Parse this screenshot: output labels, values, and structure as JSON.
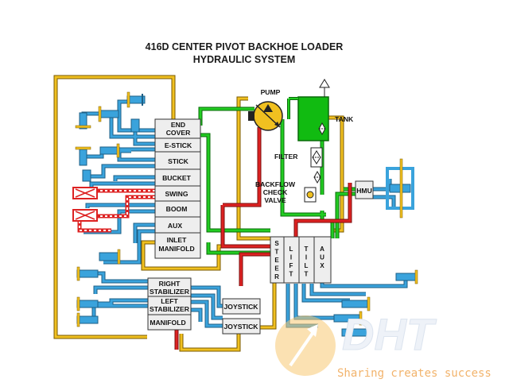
{
  "title": {
    "line1": "416D CENTER PIVOT BACKHOE LOADER",
    "line2": "HYDRAULIC SYSTEM"
  },
  "backhoe_valve": {
    "sections": [
      "END",
      "COVER",
      "E-STICK",
      "STICK",
      "BUCKET",
      "SWING",
      "BOOM",
      "AUX",
      "INLET",
      "MANIFOLD"
    ]
  },
  "loader_valve": {
    "sections": [
      {
        "name": "steer",
        "letters": [
          "S",
          "T",
          "E",
          "E",
          "R"
        ]
      },
      {
        "name": "lift",
        "letters": [
          "L",
          "I",
          "F",
          "T"
        ]
      },
      {
        "name": "tilt",
        "letters": [
          "T",
          "I",
          "L",
          "T"
        ]
      },
      {
        "name": "aux",
        "letters": [
          "A",
          "U",
          "X"
        ]
      }
    ]
  },
  "stabilizer_valve": {
    "sections": [
      "RIGHT",
      "STABILIZER",
      "LEFT",
      "STABILIZER",
      "MANIFOLD"
    ]
  },
  "labels": {
    "pump": "PUMP",
    "tank": "TANK",
    "filter": "FILTER",
    "backflow_1": "BACKFLOW",
    "backflow_2": "CHECK",
    "backflow_3": "VALVE",
    "hmu": "HMU",
    "joystick_1": "JOYSTICK",
    "joystick_2": "JOYSTICK"
  },
  "watermark": {
    "logo": "DHT",
    "tagline": "Sharing creates success"
  },
  "colors": {
    "supply": "#dd2222",
    "pilot": "#22bb22",
    "return": "#f0c020",
    "work": "#3399cc",
    "tank": "#11bb11"
  }
}
